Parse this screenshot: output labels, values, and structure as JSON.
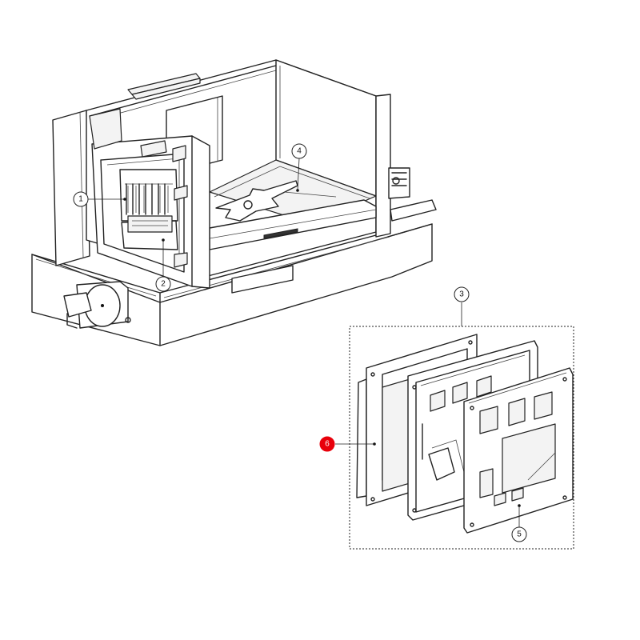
{
  "colors": {
    "line": "#222222",
    "highlight": "#e8000b",
    "background": "#ffffff"
  },
  "callouts": [
    {
      "id": "1",
      "label": "1",
      "active": false
    },
    {
      "id": "2",
      "label": "2",
      "active": false
    },
    {
      "id": "3",
      "label": "3",
      "active": false
    },
    {
      "id": "4",
      "label": "4",
      "active": false
    },
    {
      "id": "5",
      "label": "5",
      "active": false
    },
    {
      "id": "6",
      "label": "6",
      "active": true
    }
  ]
}
